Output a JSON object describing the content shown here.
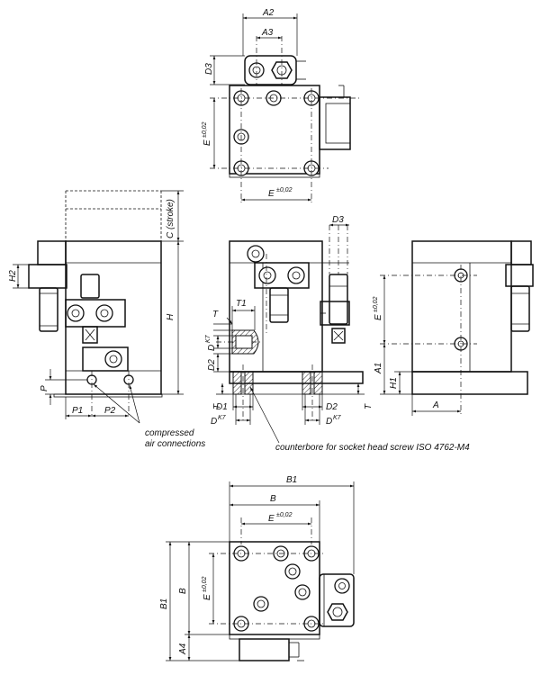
{
  "dimensions": {
    "A": "A",
    "A1": "A1",
    "A2": "A2",
    "A3": "A3",
    "A4": "A4",
    "B": "B",
    "B1": "B1",
    "C_stroke": "C (stroke)",
    "D": "D",
    "D1": "D1",
    "D2": "D2",
    "D3": "D3",
    "E": "E",
    "E_tol": "±0,02",
    "K7": "K7",
    "H": "H",
    "H1": "H1",
    "H2": "H2",
    "P": "P",
    "P1": "P1",
    "P2": "P2",
    "T": "T",
    "T1": "T1"
  },
  "notes": {
    "compressed_line1": "compressed",
    "compressed_line2": "air connections",
    "counterbore": "counterbore for socket head screw ISO 4762-M4"
  }
}
